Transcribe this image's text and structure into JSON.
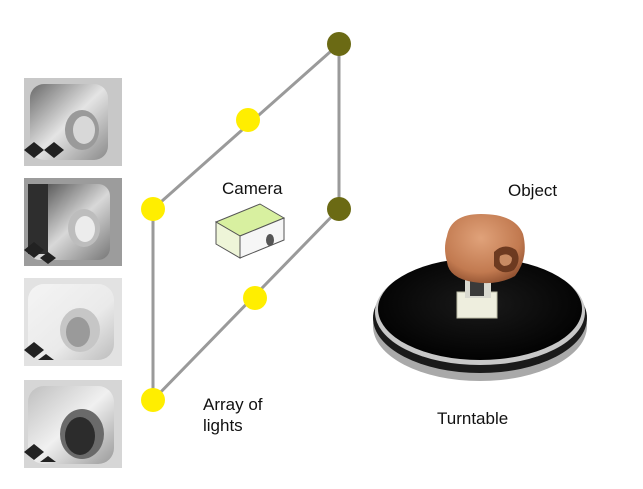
{
  "labels": {
    "camera": "Camera",
    "object": "Object",
    "array_of_lights": "Array of lights",
    "turntable": "Turntable"
  },
  "colors": {
    "light_on": "#ffee00",
    "light_off": "#6b6a14",
    "frame_line": "#9a9a9a",
    "camera_body": "#d8f0a0",
    "turntable_top": "#050505",
    "turntable_rim": "#a9a9a9",
    "object_clay": "#c9835a",
    "object_base": "#eeeede"
  },
  "thumbnails": [
    {
      "icon": "cube-sample-1"
    },
    {
      "icon": "cube-sample-2"
    },
    {
      "icon": "cube-sample-3"
    },
    {
      "icon": "cube-sample-4"
    }
  ]
}
